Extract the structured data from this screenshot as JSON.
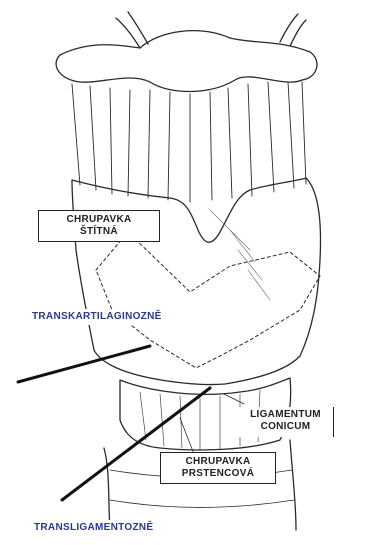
{
  "labels": {
    "thyroid_cartilage": {
      "line1": "CHRUPAVKA",
      "line2": "ŠTÍTNÁ"
    },
    "transcartilaginous": "TRANSKARTILAGINOZNĚ",
    "ligament": {
      "line1": "LIGAMENTUM",
      "line2": "CONICUM"
    },
    "cricoid_cartilage": {
      "line1": "CHRUPAVKA",
      "line2": "PRSTENCOVÁ"
    },
    "transligamentous": "TRANSLIGAMENTOZNĚ"
  },
  "colors": {
    "ink": "#2a2a2a",
    "label_blue": "#2a3a8a"
  }
}
